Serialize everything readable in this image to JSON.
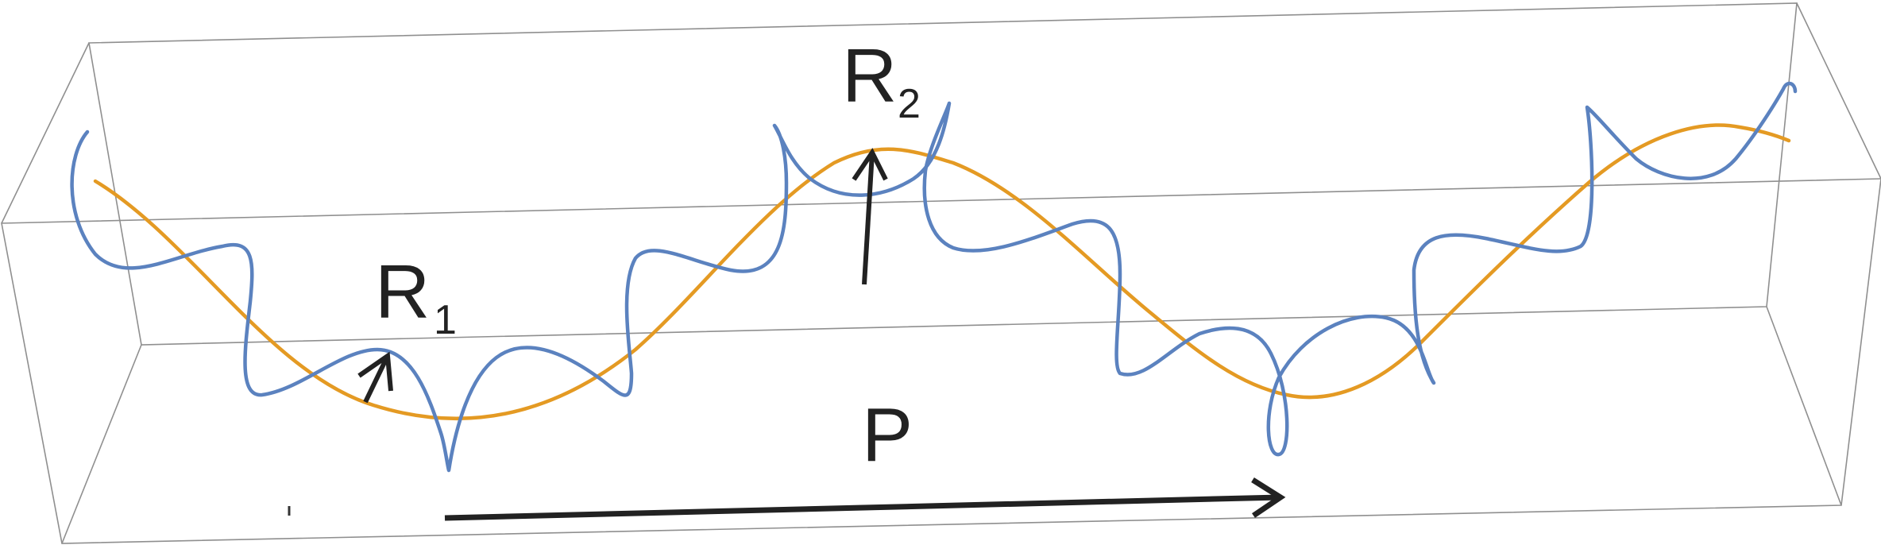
{
  "labels": {
    "r1": "R",
    "r1_sub": "1",
    "r2": "R",
    "r2_sub": "2",
    "p": "P"
  },
  "colors": {
    "helix": "#5b82bf",
    "axis_curve": "#e49a23",
    "arrows": "#222222",
    "box": "#8f8f8f"
  }
}
